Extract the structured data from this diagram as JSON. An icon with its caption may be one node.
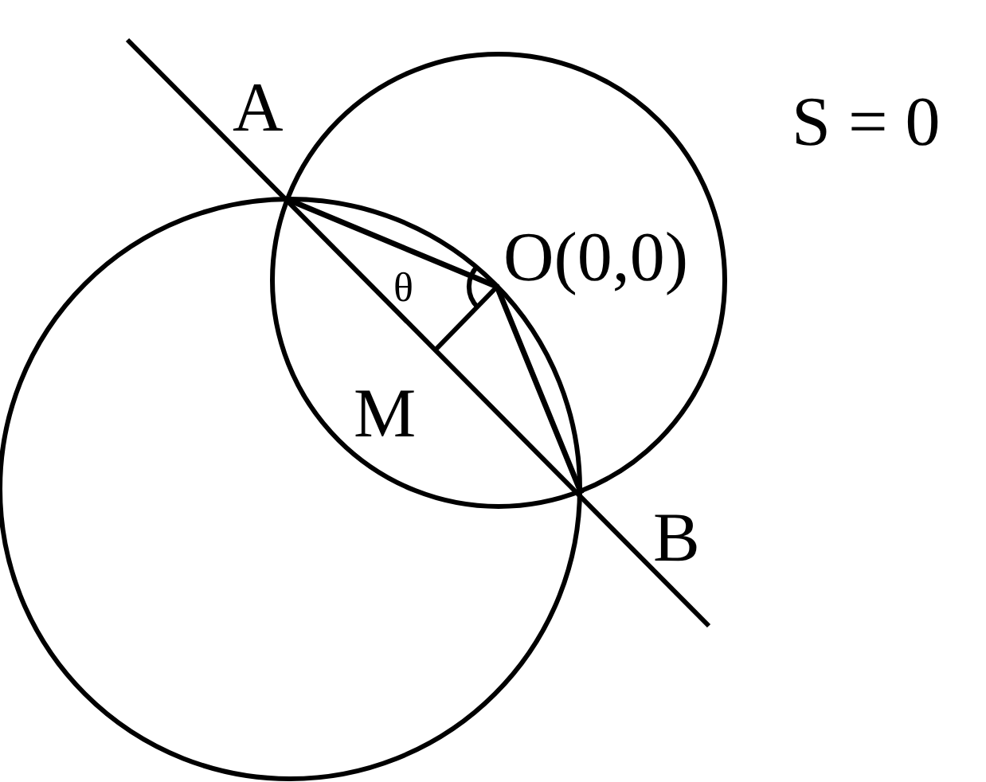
{
  "diagram": {
    "labels": [
      "A",
      "S = 0",
      "O(0,0)",
      "θ",
      "M",
      "B"
    ]
  }
}
